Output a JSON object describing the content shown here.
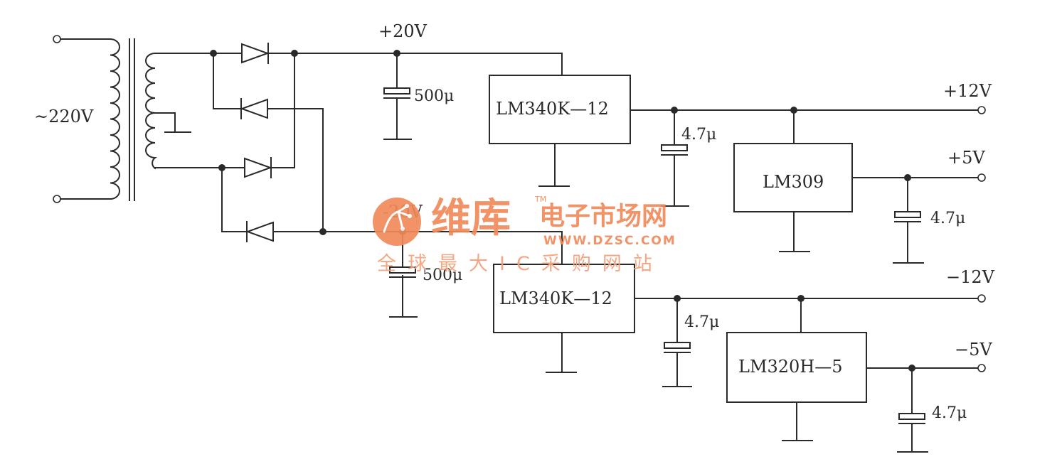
{
  "input": {
    "label": "~220V"
  },
  "rails": {
    "positive_in": "+20V",
    "negative_in": "-20V"
  },
  "filter_caps": {
    "positive": "500μ",
    "negative": "500μ"
  },
  "regulators": {
    "pos_12": "LM340K—12",
    "neg_12": "LM340K—12",
    "pos_5": "LM309",
    "neg_5": "LM320H—5"
  },
  "output_caps": {
    "pos_12": "4.7μ",
    "pos_5": "4.7μ",
    "neg_12": "4.7μ",
    "neg_5": "4.7μ"
  },
  "outputs": {
    "pos_12": "+12V",
    "pos_5": "+5V",
    "neg_12": "−12V",
    "neg_5": "−5V"
  },
  "watermark": {
    "brand": "维库",
    "site_name": "电子市场网",
    "url": "WWW.DZSC.COM",
    "tagline": "全球最大IC采购网站",
    "tm": "TM",
    "color": "#f08a5a"
  }
}
